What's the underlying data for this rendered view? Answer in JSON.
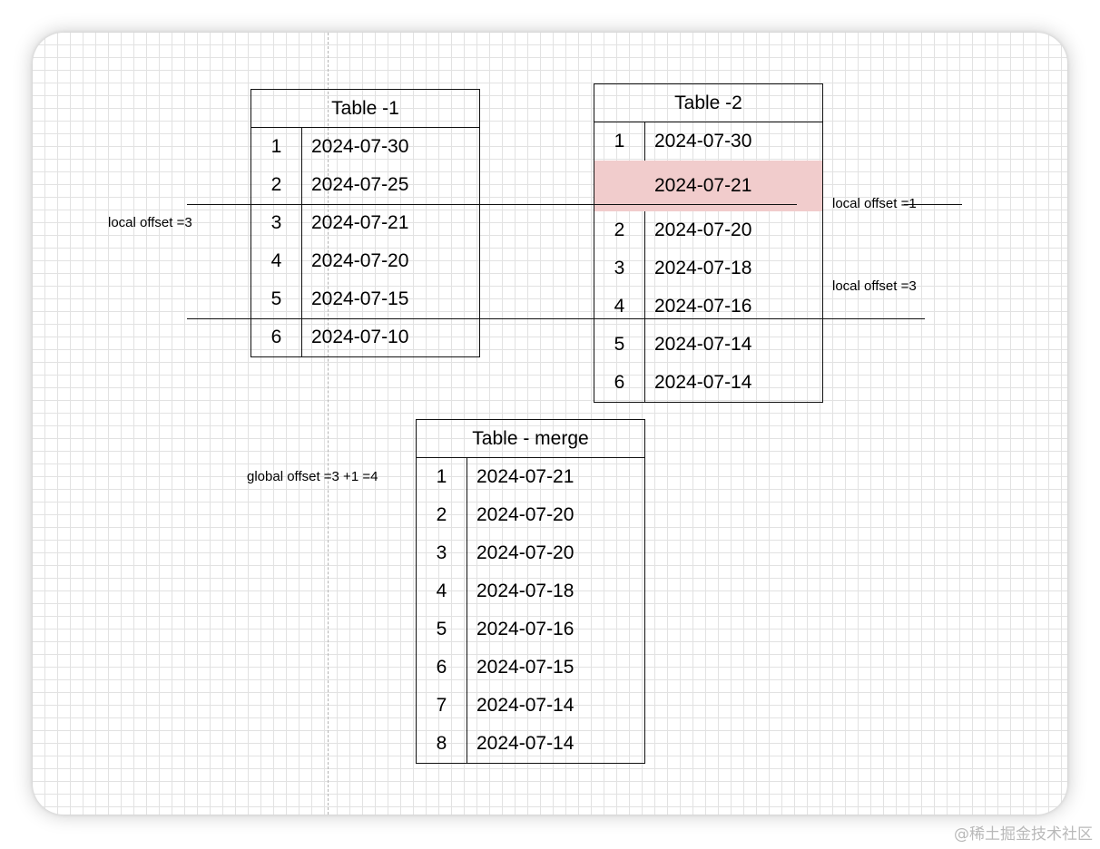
{
  "tables": {
    "t1": {
      "title": "Table -1",
      "rows": [
        {
          "n": "1",
          "d": "2024-07-30"
        },
        {
          "n": "2",
          "d": "2024-07-25"
        },
        {
          "n": "3",
          "d": "2024-07-21"
        },
        {
          "n": "4",
          "d": "2024-07-20"
        },
        {
          "n": "5",
          "d": "2024-07-15"
        },
        {
          "n": "6",
          "d": "2024-07-10"
        }
      ]
    },
    "t2": {
      "title": "Table -2",
      "rows": [
        {
          "n": "1",
          "d": "2024-07-30"
        },
        {
          "n": "",
          "d": "2024-07-21",
          "highlight": true
        },
        {
          "n": "2",
          "d": "2024-07-20"
        },
        {
          "n": "3",
          "d": "2024-07-18"
        },
        {
          "n": "4",
          "d": "2024-07-16"
        },
        {
          "n": "5",
          "d": "2024-07-14"
        },
        {
          "n": "6",
          "d": "2024-07-14"
        }
      ]
    },
    "merge": {
      "title": "Table - merge",
      "rows": [
        {
          "n": "1",
          "d": "2024-07-21"
        },
        {
          "n": "2",
          "d": "2024-07-20"
        },
        {
          "n": "3",
          "d": "2024-07-20"
        },
        {
          "n": "4",
          "d": "2024-07-18"
        },
        {
          "n": "5",
          "d": "2024-07-16"
        },
        {
          "n": "6",
          "d": "2024-07-15"
        },
        {
          "n": "7",
          "d": "2024-07-14"
        },
        {
          "n": "8",
          "d": "2024-07-14"
        }
      ]
    }
  },
  "labels": {
    "left_offset": "local offset =3",
    "right_offset_1": "local offset =1",
    "right_offset_3": "local offset =3",
    "global_offset": "global offset =3 +1 =4"
  },
  "watermark": "@稀土掘金技术社区",
  "colors": {
    "highlight": "#f1cccc",
    "border": "#111111",
    "grid": "#e2e2e2",
    "guide": "#b4b4b4"
  }
}
